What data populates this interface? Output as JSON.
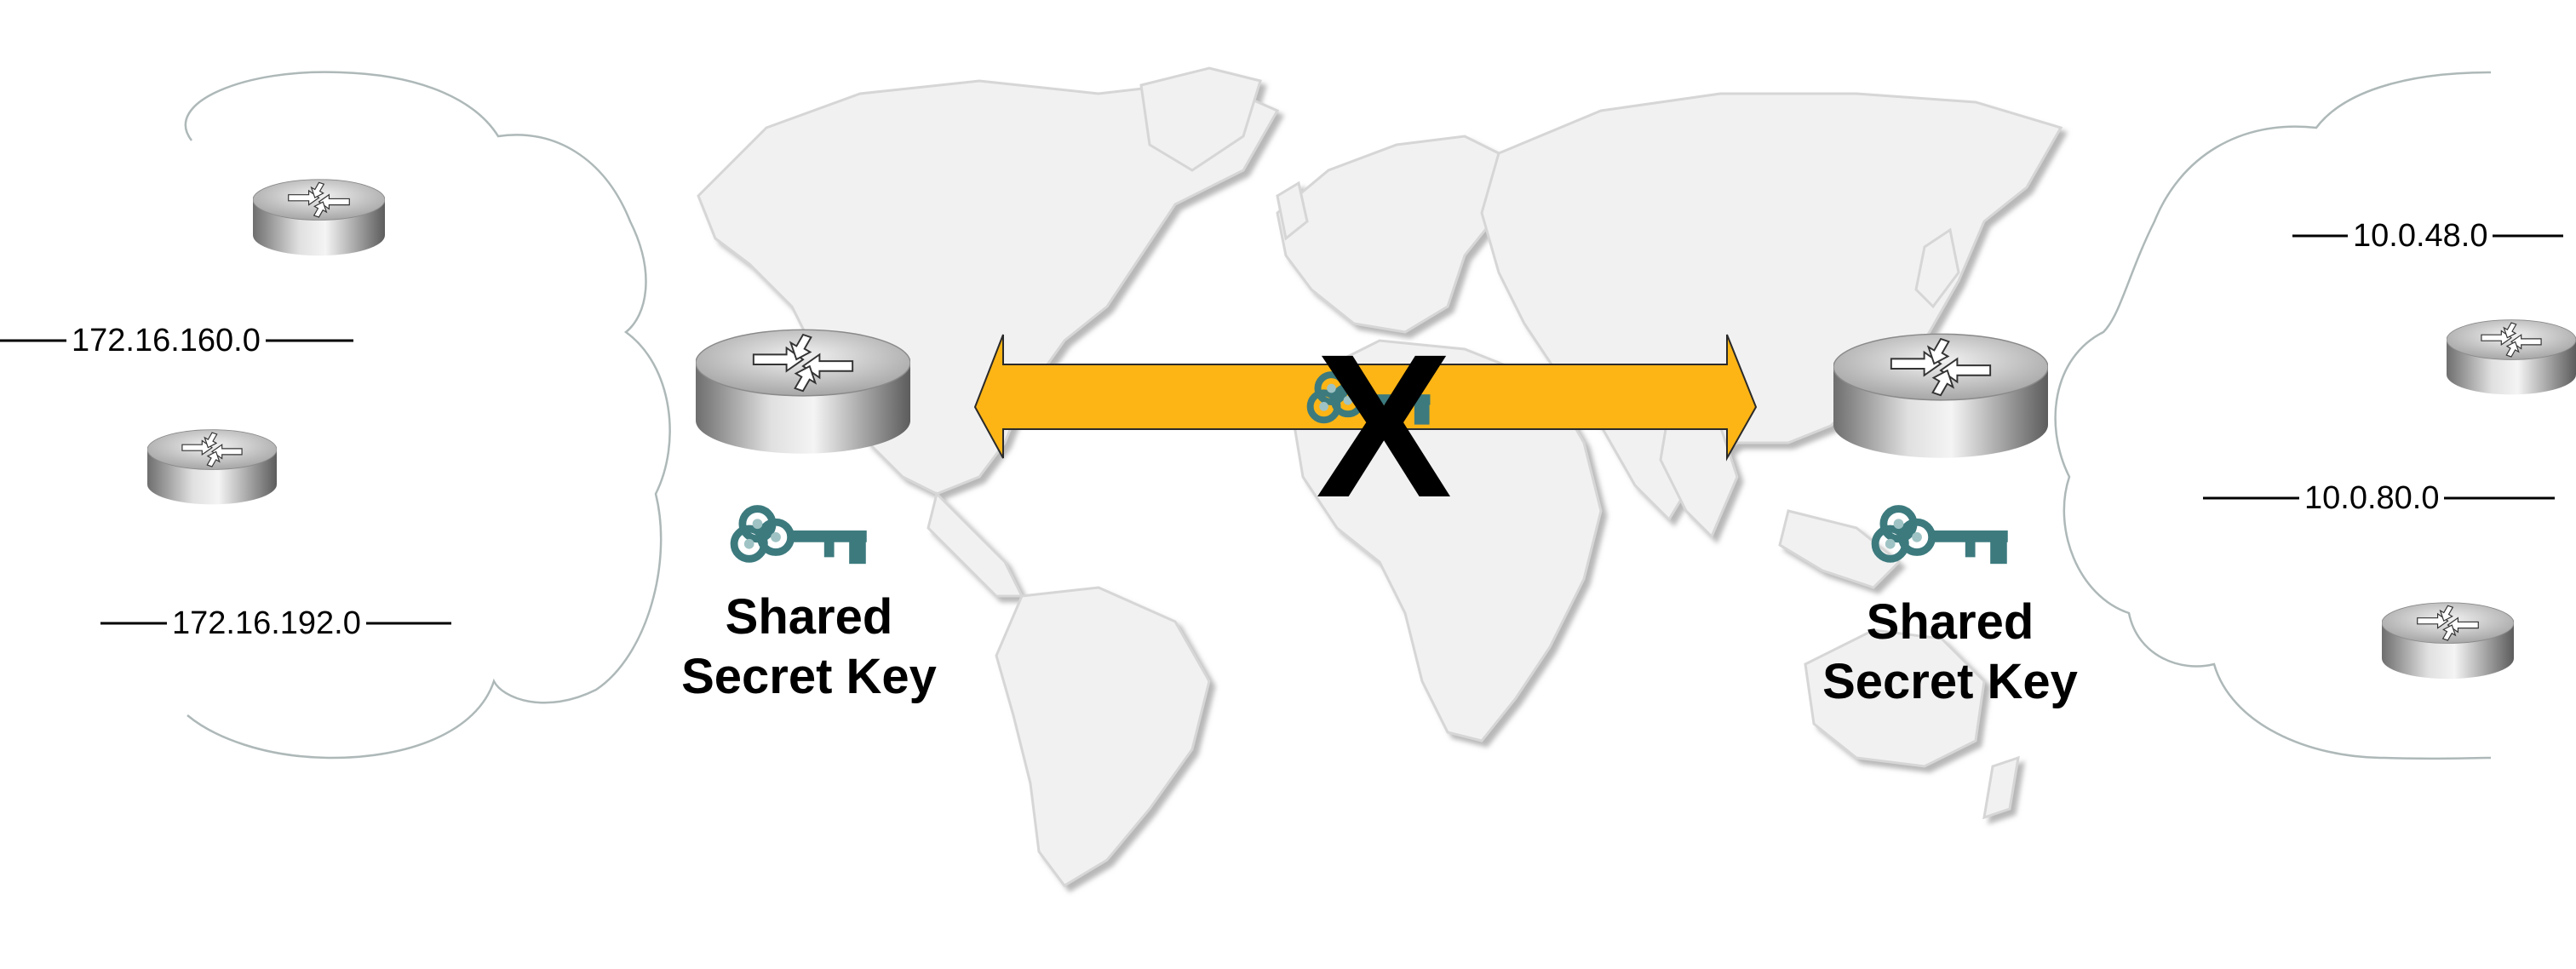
{
  "networks": {
    "left": [
      "172.16.160.0",
      "172.16.192.0"
    ],
    "right": [
      "10.0.48.0",
      "10.0.80.0"
    ]
  },
  "key_labels": {
    "left": [
      "Shared",
      "Secret Key"
    ],
    "right": [
      "Shared",
      "Secret Key"
    ]
  },
  "tunnel": {
    "blocked_mark": "X",
    "arrow_color": "#FDB515"
  },
  "icons": [
    "router-icon",
    "key-icon",
    "cloud-icon",
    "world-map-icon"
  ],
  "colors": {
    "key": "#3C7A7E",
    "cloud_outline": "#AEB8B8",
    "map": "#EDEDED"
  }
}
